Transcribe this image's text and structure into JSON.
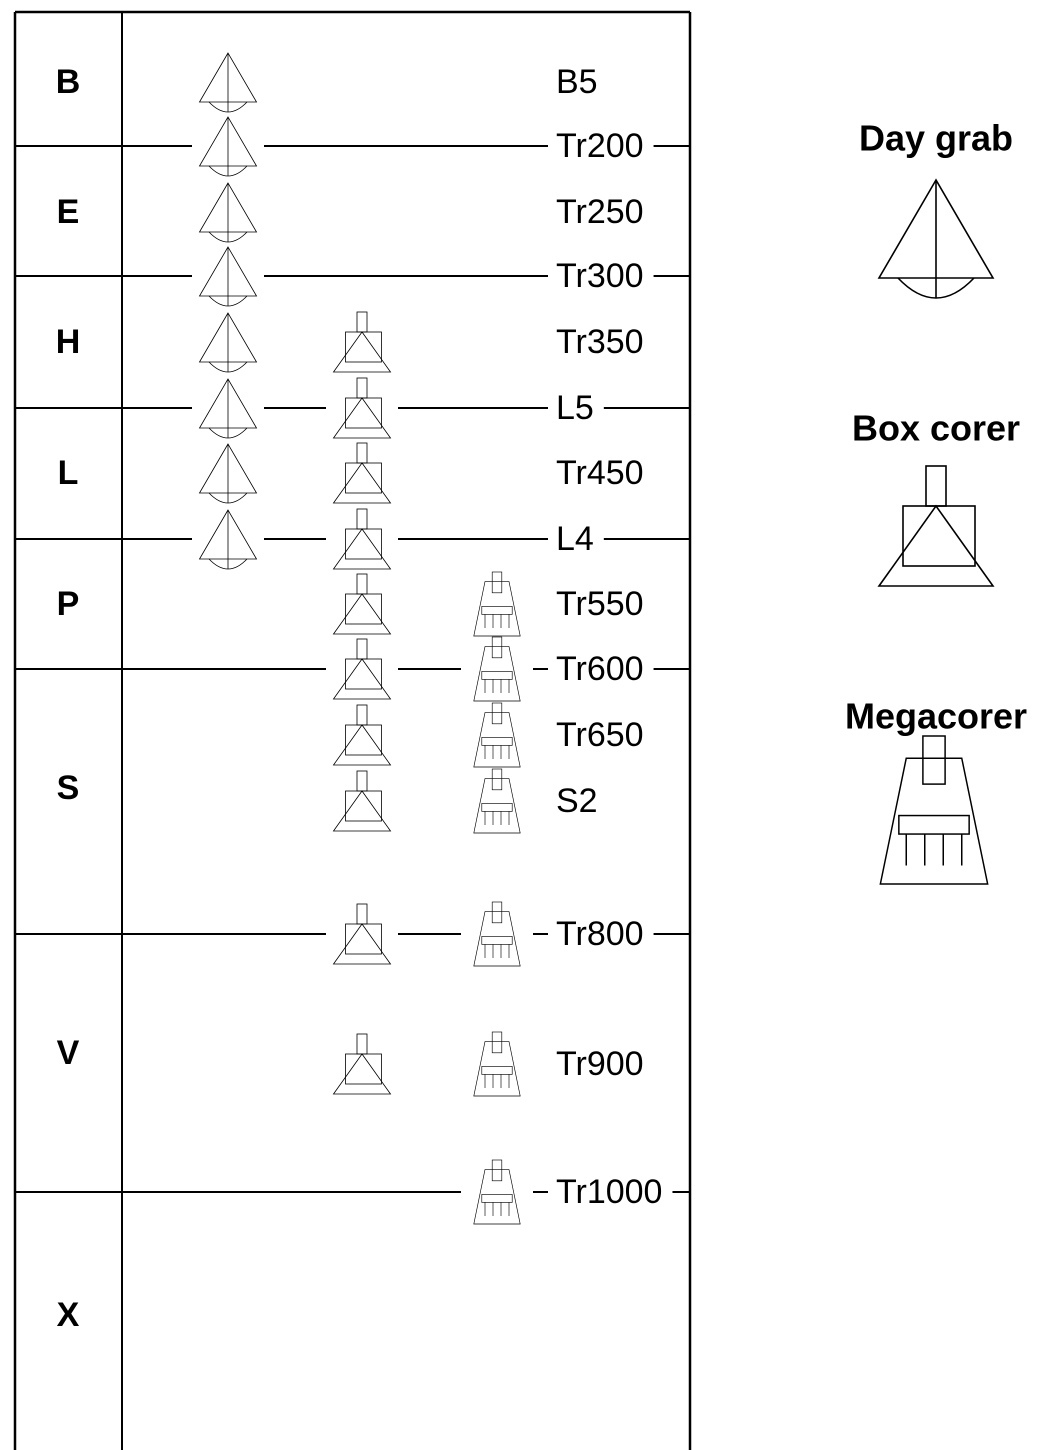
{
  "zones": [
    {
      "label": "B"
    },
    {
      "label": "E"
    },
    {
      "label": "H"
    },
    {
      "label": "L"
    },
    {
      "label": "P"
    },
    {
      "label": "S"
    },
    {
      "label": "V"
    },
    {
      "label": "X"
    }
  ],
  "stations": [
    {
      "name": "B5",
      "boundary": false,
      "day_grab": true,
      "box_corer": false,
      "megacorer": false
    },
    {
      "name": "Tr200",
      "boundary": true,
      "day_grab": true,
      "box_corer": false,
      "megacorer": false
    },
    {
      "name": "Tr250",
      "boundary": false,
      "day_grab": true,
      "box_corer": false,
      "megacorer": false
    },
    {
      "name": "Tr300",
      "boundary": true,
      "day_grab": true,
      "box_corer": false,
      "megacorer": false
    },
    {
      "name": "Tr350",
      "boundary": false,
      "day_grab": true,
      "box_corer": true,
      "megacorer": false
    },
    {
      "name": "L5",
      "boundary": true,
      "day_grab": true,
      "box_corer": true,
      "megacorer": false
    },
    {
      "name": "Tr450",
      "boundary": false,
      "day_grab": true,
      "box_corer": true,
      "megacorer": false
    },
    {
      "name": "L4",
      "boundary": true,
      "day_grab": true,
      "box_corer": true,
      "megacorer": false
    },
    {
      "name": "Tr550",
      "boundary": false,
      "day_grab": false,
      "box_corer": true,
      "megacorer": true
    },
    {
      "name": "Tr600",
      "boundary": true,
      "day_grab": false,
      "box_corer": true,
      "megacorer": true
    },
    {
      "name": "Tr650",
      "boundary": false,
      "day_grab": false,
      "box_corer": true,
      "megacorer": true
    },
    {
      "name": "S2",
      "boundary": false,
      "day_grab": false,
      "box_corer": true,
      "megacorer": true
    },
    {
      "name": "Tr800",
      "boundary": true,
      "day_grab": false,
      "box_corer": true,
      "megacorer": true
    },
    {
      "name": "Tr900",
      "boundary": false,
      "day_grab": false,
      "box_corer": true,
      "megacorer": true
    },
    {
      "name": "Tr1000",
      "boundary": true,
      "day_grab": false,
      "box_corer": false,
      "megacorer": true
    }
  ],
  "legend": [
    {
      "title": "Day grab",
      "icon": "day-grab-icon"
    },
    {
      "title": "Box corer",
      "icon": "box-corer-icon"
    },
    {
      "title": "Megacorer",
      "icon": "megacorer-icon"
    }
  ]
}
